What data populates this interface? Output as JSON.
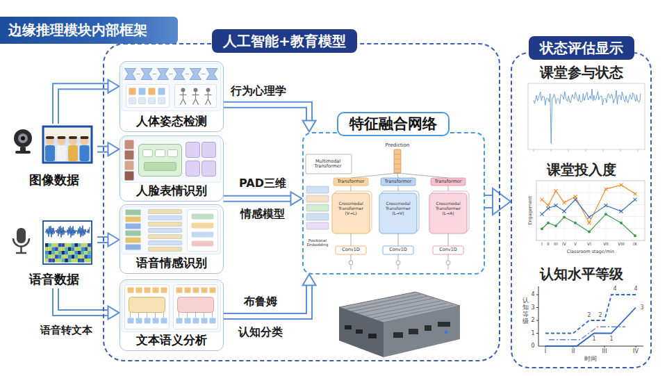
{
  "diagram": {
    "title": "边缘推理模块内部框架",
    "nodes": [
      {
        "text": [
          "图像数据"
        ]
      },
      {
        "text": [
          "语音数据"
        ]
      },
      {
        "text": [
          "人工智能+教育模型"
        ]
      },
      {
        "text": [
          "人体姿态检测"
        ],
        "in": 2
      },
      {
        "text": [
          "人脸表情识别"
        ],
        "in": 2
      },
      {
        "text": [
          "语音情感识别"
        ],
        "in": 2
      },
      {
        "text": [
          "文本语义分析"
        ],
        "in": 2
      },
      {
        "text": [
          "特征融合网络"
        ],
        "in": 2
      },
      {
        "text": [
          "状态评估显示"
        ]
      },
      {
        "text": [
          "课堂参与状态"
        ],
        "in": 8
      },
      {
        "text": [
          "课堂投入度"
        ],
        "in": 8
      },
      {
        "text": [
          "认知水平等级"
        ],
        "in": 8
      }
    ],
    "edges": [
      {
        "from": 0,
        "to": 3,
        "arrow": "to"
      },
      {
        "from": 0,
        "to": 4,
        "arrow": "to"
      },
      {
        "from": 1,
        "to": 5,
        "arrow": "to"
      },
      {
        "from": 1,
        "to": 6,
        "arrow": "to",
        "label": "语音转文本"
      },
      {
        "from": 3,
        "to": 7,
        "arrow": "to",
        "label": "行为心理学"
      },
      {
        "from": 4,
        "to": 7,
        "arrow": "to",
        "label": "PAD三维 情感模型"
      },
      {
        "from": 6,
        "to": 7,
        "arrow": "to",
        "label": "布鲁姆 认知分类"
      },
      {
        "from": 7,
        "to": 8,
        "arrow": "to"
      }
    ],
    "labels": [
      "Multimodal Transformer",
      "Prediction",
      "Transformer",
      "Transformer",
      "Transformer",
      "Crossmodal Transformer (V→L)",
      "Crossmodal Transformer (L→V)",
      "Crossmodal Transformer (L→A)",
      "Conv1D",
      "Conv1D",
      "Conv1D",
      "Positional Embedding",
      "Engagement",
      "Classroom stage/min",
      "I",
      "II",
      "III",
      "IV",
      "V",
      "VI",
      "VII",
      "VIII",
      "IX",
      "认知等级",
      "0",
      "1",
      "2",
      "3",
      "4",
      "时间",
      "I",
      "II",
      "III",
      "IV",
      "4",
      "4",
      "3",
      "2",
      "2",
      "1",
      "1"
    ]
  }
}
